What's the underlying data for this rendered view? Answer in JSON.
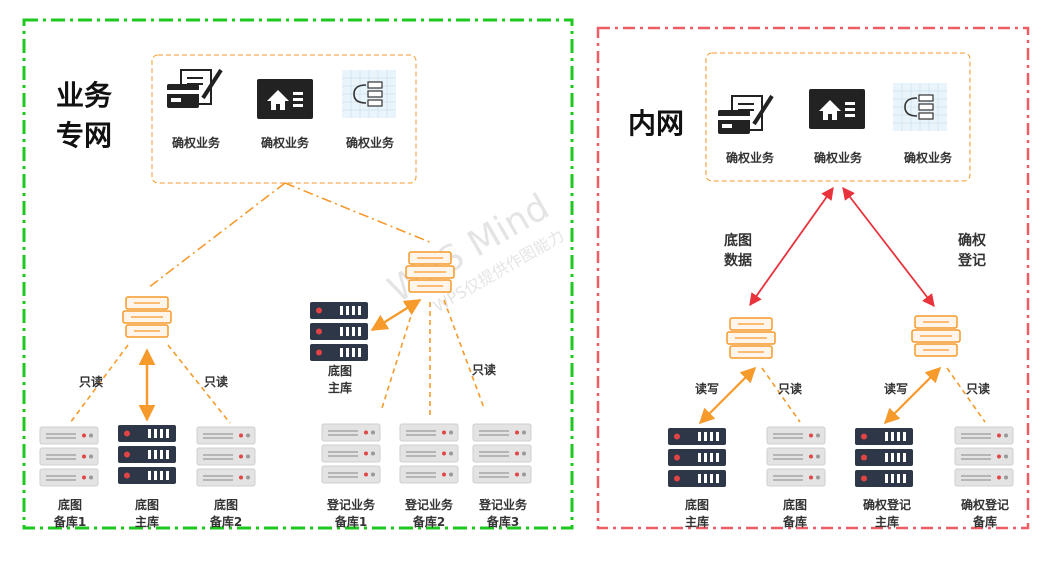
{
  "colors": {
    "green_border": "#1ec81e",
    "red_border": "#ee5c64",
    "orange": "#f59a2b",
    "red_arrow": "#e8323c",
    "dark_server": "#2d3748",
    "light_server": "#e2e2e2"
  },
  "left_zone": {
    "title_line1": "业务",
    "title_line2": "专网",
    "apps": [
      {
        "icon": "id-card-edit-icon",
        "label": "确权业务"
      },
      {
        "icon": "home-app-icon",
        "label": "确权业务"
      },
      {
        "icon": "workflow-icon",
        "label": "确权业务"
      }
    ],
    "readonly_label": "只读",
    "servers": [
      {
        "name": "底图",
        "sub": "备库1"
      },
      {
        "name": "底图",
        "sub": "主库"
      },
      {
        "name": "底图",
        "sub": "备库2"
      },
      {
        "name": "底图",
        "sub": "主库"
      },
      {
        "name": "登记业务",
        "sub": "备库1"
      },
      {
        "name": "登记业务",
        "sub": "备库2"
      },
      {
        "name": "登记业务",
        "sub": "备库3"
      }
    ]
  },
  "right_zone": {
    "title": "内网",
    "apps": [
      {
        "icon": "id-card-edit-icon",
        "label": "确权业务"
      },
      {
        "icon": "home-app-icon",
        "label": "确权业务"
      },
      {
        "icon": "workflow-icon",
        "label": "确权业务"
      }
    ],
    "edge_left_line1": "底图",
    "edge_left_line2": "数据",
    "edge_right_line1": "确权",
    "edge_right_line2": "登记",
    "readwrite_label": "读写",
    "readonly_label": "只读",
    "servers": [
      {
        "name": "底图",
        "sub": "主库"
      },
      {
        "name": "底图",
        "sub": "备库"
      },
      {
        "name": "确权登记",
        "sub": "主库"
      },
      {
        "name": "确权登记",
        "sub": "备库"
      }
    ]
  },
  "watermark": {
    "line1": "WPS Mind",
    "line2": "WPS仅提供作图能力"
  }
}
